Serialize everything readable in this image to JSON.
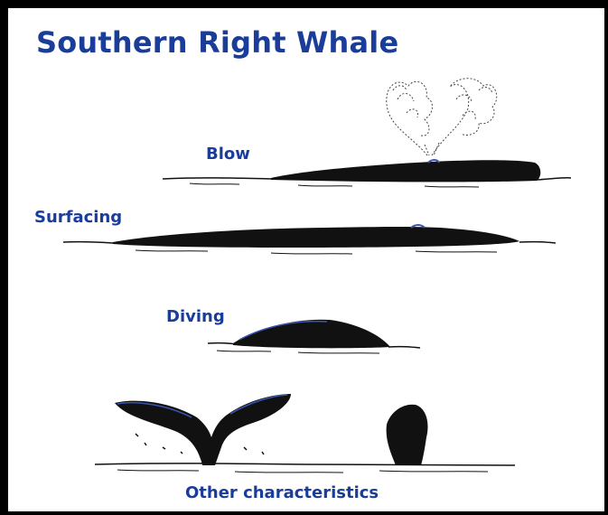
{
  "title": "Southern Right Whale",
  "labels": {
    "blow": "Blow",
    "surfacing": "Surfacing",
    "diving": "Diving",
    "other": "Other characteristics"
  },
  "colors": {
    "title_blue": "#1a3d9a",
    "whale_black": "#111111",
    "frame_black": "#000000"
  },
  "icons": [
    "blow-spout-icon",
    "whale-blow-icon",
    "whale-surfacing-icon",
    "whale-diving-icon",
    "whale-fluke-icon",
    "whale-flipper-icon"
  ]
}
